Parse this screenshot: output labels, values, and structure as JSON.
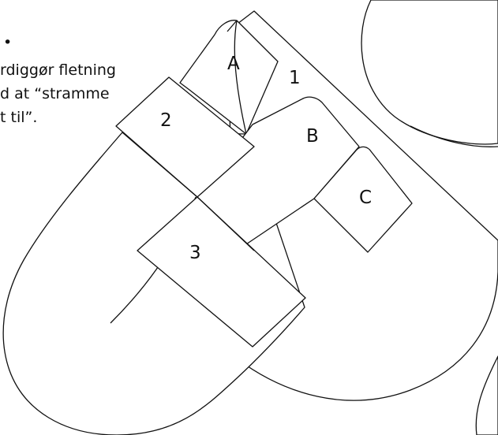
{
  "instruction": {
    "bullet": "•",
    "lines": [
      "rdiggør fletning",
      "d at “stramme",
      "t til”."
    ]
  },
  "labels": {
    "strip_1": "1",
    "strip_2": "2",
    "strip_3": "3",
    "strip_a": "A",
    "strip_b": "B",
    "strip_c": "C"
  }
}
